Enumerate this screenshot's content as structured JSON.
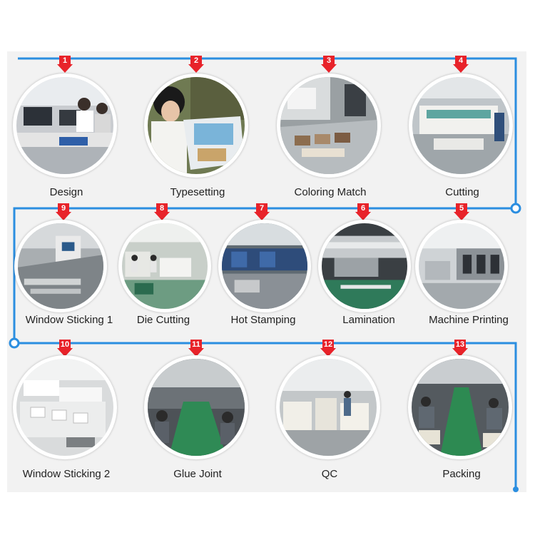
{
  "colors": {
    "flow_line": "#2b8ee0",
    "badge": "#e8232a",
    "panel": "#f2f2f2"
  },
  "steps": [
    {
      "number": "1",
      "label": "Design"
    },
    {
      "number": "2",
      "label": "Typesetting"
    },
    {
      "number": "3",
      "label": "Coloring Match"
    },
    {
      "number": "4",
      "label": "Cutting"
    },
    {
      "number": "5",
      "label": "Machine Printing"
    },
    {
      "number": "6",
      "label": "Lamination"
    },
    {
      "number": "7",
      "label": "Hot Stamping"
    },
    {
      "number": "8",
      "label": "Die Cutting"
    },
    {
      "number": "9",
      "label": "Window Sticking 1"
    },
    {
      "number": "10",
      "label": "Window Sticking 2"
    },
    {
      "number": "11",
      "label": "Glue Joint"
    },
    {
      "number": "12",
      "label": "QC"
    },
    {
      "number": "13",
      "label": "Packing"
    }
  ]
}
